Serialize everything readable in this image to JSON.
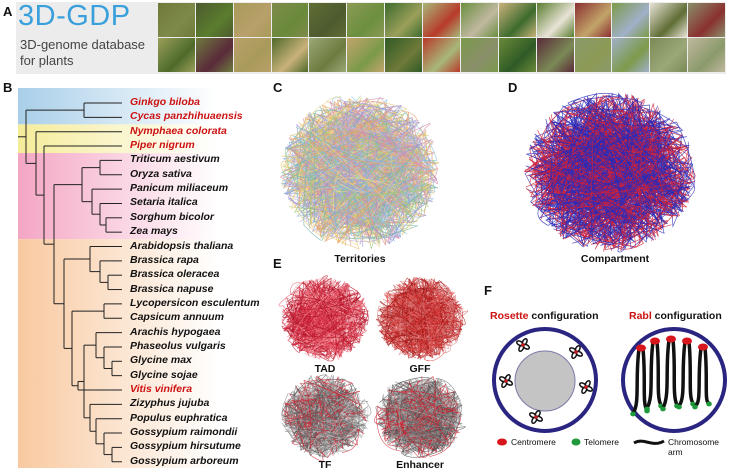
{
  "panel_letters": {
    "a": "A",
    "b": "B",
    "c": "C",
    "d": "D",
    "e": "E",
    "f": "F"
  },
  "header": {
    "title": "3D-GDP",
    "subtitle": "3D-genome database for plants"
  },
  "colors": {
    "brand_blue": "#3aa0dc",
    "highlight_red": "#cc1111",
    "band_blue": "#a9cfe9",
    "band_yellow": "#f5ec9a",
    "band_pink": "#f4a6c4",
    "band_orange": "#f8c9a0",
    "compartment_a": "#d0223a",
    "compartment_b": "#2a2ab8",
    "nucleus_border": "#2a2580"
  },
  "species": [
    {
      "name": "Ginkgo biloba",
      "highlight": true
    },
    {
      "name": "Cycas panzhihuaensis",
      "highlight": true
    },
    {
      "name": "Nymphaea colorata",
      "highlight": true
    },
    {
      "name": "Piper nigrum",
      "highlight": true
    },
    {
      "name": "Triticum aestivum",
      "highlight": false
    },
    {
      "name": "Oryza sativa",
      "highlight": false
    },
    {
      "name": "Panicum miliaceum",
      "highlight": false
    },
    {
      "name": "Setaria italica",
      "highlight": false
    },
    {
      "name": "Sorghum bicolor",
      "highlight": false
    },
    {
      "name": "Zea mays",
      "highlight": false
    },
    {
      "name": "Arabidopsis thaliana",
      "highlight": false
    },
    {
      "name": "Brassica rapa",
      "highlight": false
    },
    {
      "name": "Brassica oleracea",
      "highlight": false
    },
    {
      "name": "Brassica napuse",
      "highlight": false
    },
    {
      "name": "Lycopersicon esculentum",
      "highlight": false
    },
    {
      "name": "Capsicum annuum",
      "highlight": false
    },
    {
      "name": "Arachis hypogaea",
      "highlight": false
    },
    {
      "name": "Phaseolus vulgaris",
      "highlight": false
    },
    {
      "name": "Glycine max",
      "highlight": false
    },
    {
      "name": "Glycine sojae",
      "highlight": false
    },
    {
      "name": "Vitis vinifera",
      "highlight": true
    },
    {
      "name": "Zizyphus jujuba",
      "highlight": false
    },
    {
      "name": "Populus euphratica",
      "highlight": false
    },
    {
      "name": "Gossypium raimondii",
      "highlight": false
    },
    {
      "name": "Gossypium hirsutume",
      "highlight": false
    },
    {
      "name": "Gossypium arboreum",
      "highlight": false
    }
  ],
  "captions": {
    "territories": "Territories",
    "compartment": "Compartment",
    "tad": "TAD",
    "gff": "GFF",
    "tf": "TF",
    "enhancer": "Enhancer"
  },
  "panel_f": {
    "rosette_word": "Rosette",
    "rabl_word": "Rabl",
    "configuration_word": " configuration",
    "legend": {
      "centromere": "Centromere",
      "telomere": "Telomere",
      "chromosome_arm": "Chromosome arm"
    }
  }
}
